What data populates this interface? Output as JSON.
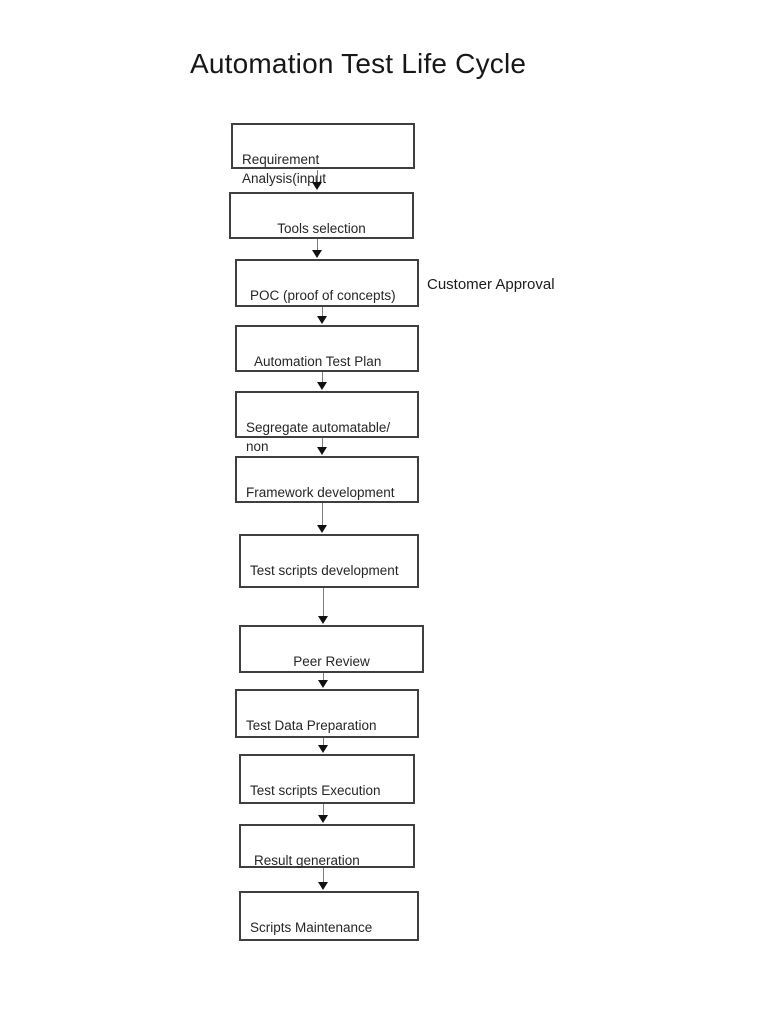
{
  "page": {
    "background_color": "#ffffff"
  },
  "diagram": {
    "title": "Automation Test Life Cycle",
    "side_label": "Customer Approval",
    "colors": {
      "box_border": "#3f3f3f",
      "text": "#262626",
      "arrow_line": "#7d7d7d",
      "arrow_head": "#111111"
    },
    "nodes": [
      {
        "id": "requirement-analysis",
        "label": "Requirement   Analysis(input\nmanual test case)"
      },
      {
        "id": "tools-selection",
        "label": "Tools selection"
      },
      {
        "id": "poc",
        "label": "POC (proof of concepts)"
      },
      {
        "id": "automation-test-plan",
        "label": "Automation  Test Plan"
      },
      {
        "id": "segregate-automatable",
        "label": "Segregate automatable/ non\nautomatable test case"
      },
      {
        "id": "framework-development",
        "label": "Framework development"
      },
      {
        "id": "test-scripts-development",
        "label": "Test scripts development"
      },
      {
        "id": "peer-review",
        "label": "Peer Review"
      },
      {
        "id": "test-data-preparation",
        "label": "Test Data Preparation"
      },
      {
        "id": "test-scripts-execution",
        "label": "Test scripts Execution"
      },
      {
        "id": "result-generation",
        "label": "Result  generation"
      },
      {
        "id": "scripts-maintenance",
        "label": "Scripts  Maintenance"
      }
    ]
  }
}
